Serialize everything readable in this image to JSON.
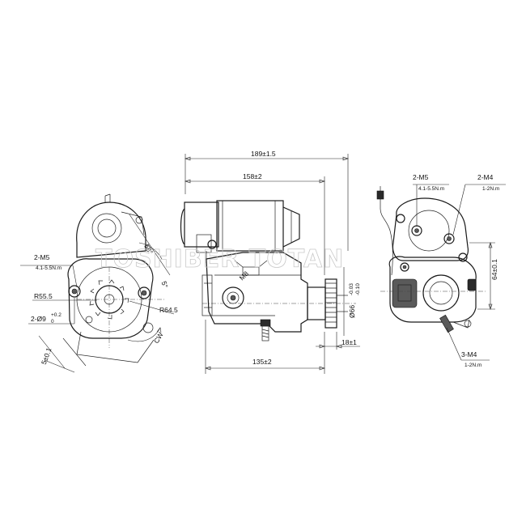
{
  "watermark": "TOSHIBER TOTAN",
  "labels": {
    "overall_length": "189±1.5",
    "body_length": "158±2",
    "base_length": "135±2",
    "pinion_offset": "18±1",
    "pinion_dia": "Ø66",
    "pinion_tol_upper": "-0.03",
    "pinion_tol_lower": "-0.10",
    "thread_m8": "M8",
    "front_bolt_spec": "2-M5",
    "front_bolt_torque": "4.1-5.5N.m",
    "radius_55": "R55.5",
    "radius_64": "R64.5",
    "hole_spec": "2-Ø9",
    "hole_tol_upper": "+0.2",
    "hole_tol_lower": "0",
    "angle_58": "58°",
    "angle_5": "5°",
    "rotation": "CW",
    "flange_thickness": "5±0.1",
    "rear_m5_spec": "2-M5",
    "rear_m5_torque": "4.1-5.5N.m",
    "rear_m4_spec": "2-M4",
    "rear_m4_torque": "1-2N.m",
    "rear_height": "64±0.1",
    "bottom_m4_spec": "3-M4",
    "bottom_m4_torque": "1-2N.m"
  }
}
